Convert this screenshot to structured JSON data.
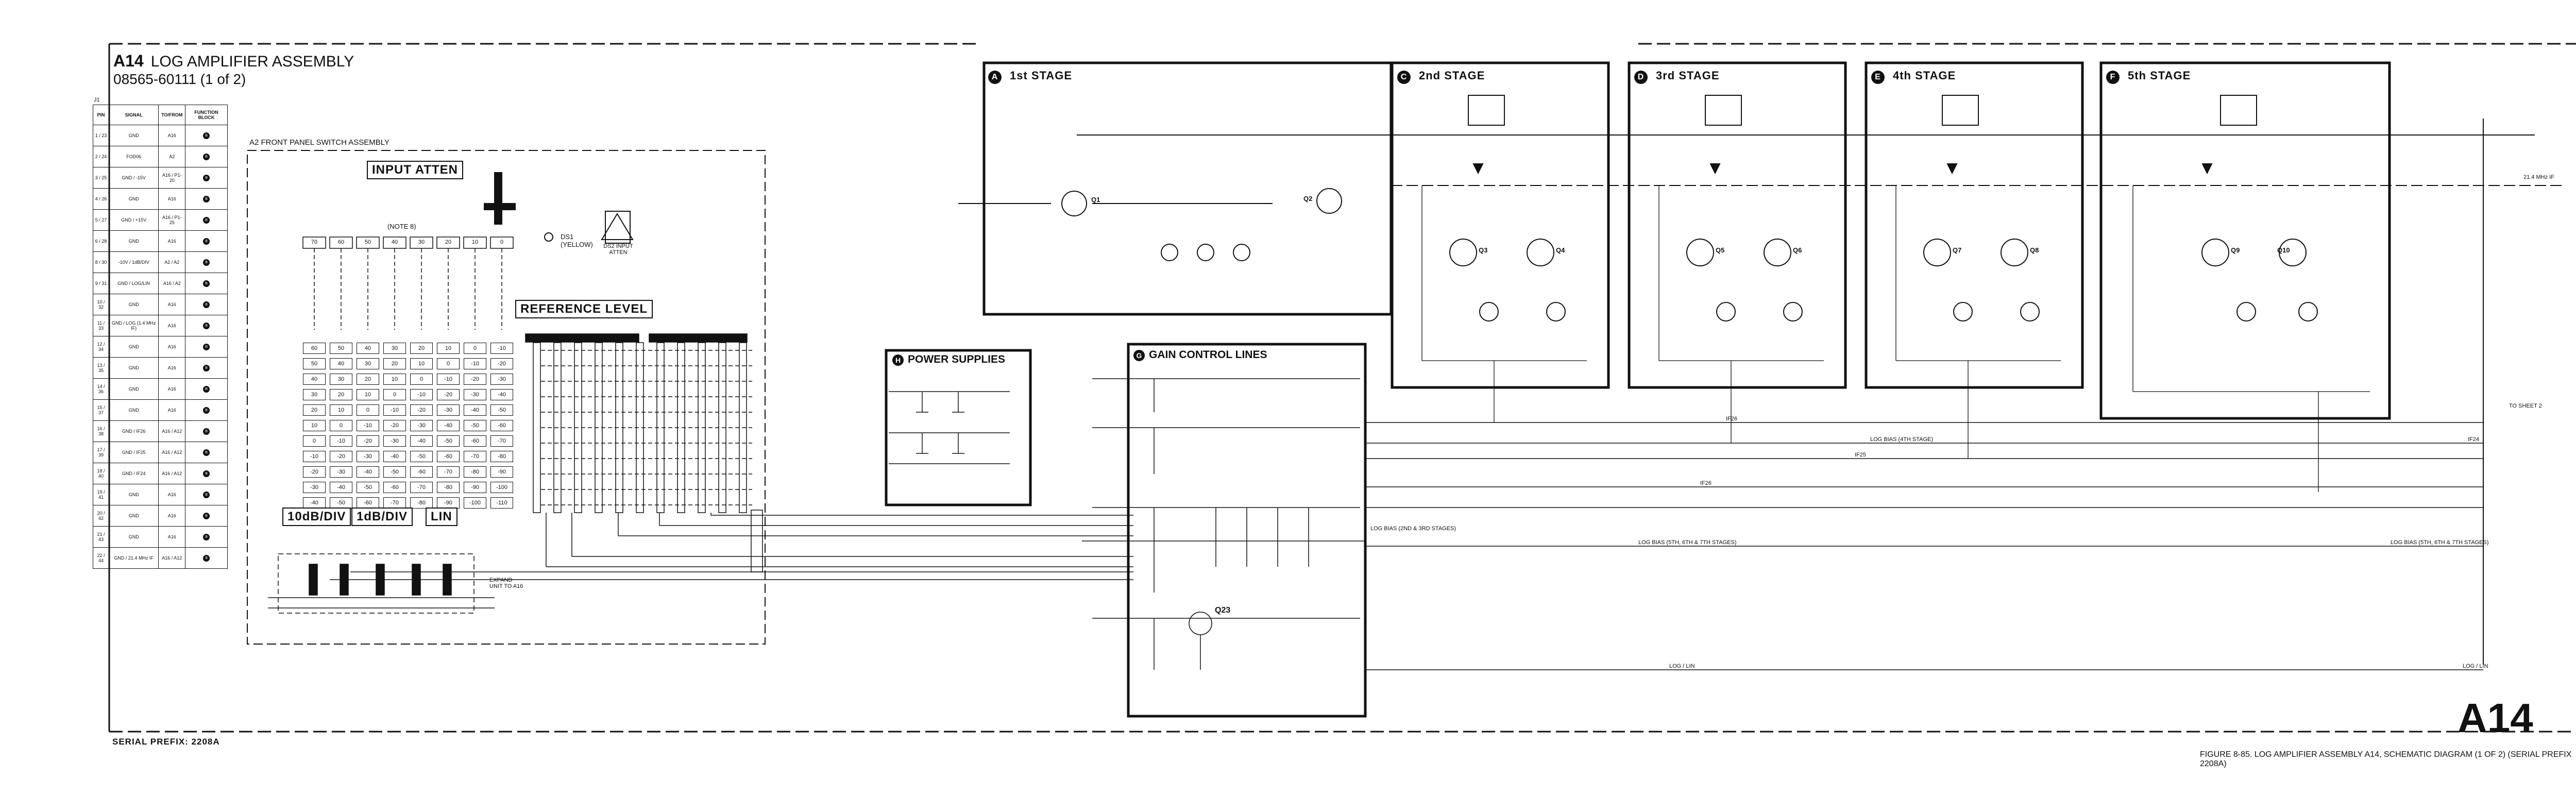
{
  "header": {
    "assembly_id": "A14",
    "title": "LOG AMPLIFIER ASSEMBLY",
    "part_number": "08565-60111 (1 of 2)"
  },
  "footer": {
    "serial_prefix": "SERIAL PREFIX: 2208A",
    "big_label": "A14",
    "figure_caption": "FIGURE 8-85.  LOG AMPLIFIER ASSEMBLY A14, SCHEMATIC DIAGRAM (1 OF 2) (SERIAL PREFIX 2208A)"
  },
  "pin_table": {
    "connector": "J1",
    "headers": [
      "PIN",
      "SIGNAL",
      "TO/FROM",
      "FUNCTION BLOCK"
    ],
    "rows": [
      {
        "pin": "1 / 23",
        "signal": "GND",
        "to": "A16",
        "block": "B"
      },
      {
        "pin": "2 / 24",
        "signal": "FOD06",
        "to": "A2",
        "block": "B"
      },
      {
        "pin": "3 / 25",
        "signal": "GND / -15V",
        "to": "A16 / P1-20",
        "block": "B"
      },
      {
        "pin": "4 / 26",
        "signal": "GND",
        "to": "A16",
        "block": "B"
      },
      {
        "pin": "5 / 27",
        "signal": "GND / +15V",
        "to": "A16 / P1-25",
        "block": "B"
      },
      {
        "pin": "6 / 28",
        "signal": "GND",
        "to": "A16",
        "block": "B"
      },
      {
        "pin": "8 / 30",
        "signal": "-10V / 1dB/DIV",
        "to": "A2 / A2",
        "block": "B"
      },
      {
        "pin": "9 / 31",
        "signal": "GND / LOG/LIN",
        "to": "A16 / A2",
        "block": "B"
      },
      {
        "pin": "10 / 32",
        "signal": "GND",
        "to": "A16",
        "block": "B"
      },
      {
        "pin": "11 / 33",
        "signal": "GND / LOG (1.4 MHz IF)",
        "to": "A16",
        "block": "B"
      },
      {
        "pin": "12 / 34",
        "signal": "GND",
        "to": "A16",
        "block": "B"
      },
      {
        "pin": "13 / 35",
        "signal": "GND",
        "to": "A16",
        "block": "B"
      },
      {
        "pin": "14 / 36",
        "signal": "GND",
        "to": "A16",
        "block": "B"
      },
      {
        "pin": "15 / 37",
        "signal": "GND",
        "to": "A16",
        "block": "B"
      },
      {
        "pin": "16 / 38",
        "signal": "GND / IF26",
        "to": "A16 / A12",
        "block": "B"
      },
      {
        "pin": "17 / 39",
        "signal": "GND / IF25",
        "to": "A16 / A12",
        "block": "B"
      },
      {
        "pin": "18 / 40",
        "signal": "GND / IF24",
        "to": "A16 / A12",
        "block": "B"
      },
      {
        "pin": "19 / 41",
        "signal": "GND",
        "to": "A16",
        "block": "B"
      },
      {
        "pin": "20 / 42",
        "signal": "GND",
        "to": "A16",
        "block": "B"
      },
      {
        "pin": "21 / 43",
        "signal": "GND",
        "to": "A16",
        "block": "B"
      },
      {
        "pin": "22 / 44",
        "signal": "GND / 21.4 MHz IF",
        "to": "A16 / A12",
        "block": "B"
      }
    ]
  },
  "front_panel": {
    "title": "A2 FRONT PANEL SWITCH ASSEMBLY",
    "input_atten_label": "INPUT ATTEN",
    "reference_level_label": "REFERENCE LEVEL",
    "note": "(NOTE 8)",
    "atten_values": [
      "70",
      "60",
      "50",
      "40",
      "30",
      "20",
      "10",
      "0"
    ],
    "ref_rows": [
      [
        "60",
        "50",
        "40",
        "30",
        "20",
        "10",
        "0",
        "-10"
      ],
      [
        "50",
        "40",
        "30",
        "20",
        "10",
        "0",
        "-10",
        "-20"
      ],
      [
        "40",
        "30",
        "20",
        "10",
        "0",
        "-10",
        "-20",
        "-30"
      ],
      [
        "30",
        "20",
        "10",
        "0",
        "-10",
        "-20",
        "-30",
        "-40"
      ],
      [
        "20",
        "10",
        "0",
        "-10",
        "-20",
        "-30",
        "-40",
        "-50"
      ],
      [
        "10",
        "0",
        "-10",
        "-20",
        "-30",
        "-40",
        "-50",
        "-60"
      ],
      [
        "0",
        "-10",
        "-20",
        "-30",
        "-40",
        "-50",
        "-60",
        "-70"
      ],
      [
        "-10",
        "-20",
        "-30",
        "-40",
        "-50",
        "-60",
        "-70",
        "-80"
      ],
      [
        "-20",
        "-30",
        "-40",
        "-50",
        "-60",
        "-70",
        "-80",
        "-90"
      ],
      [
        "-30",
        "-40",
        "-50",
        "-60",
        "-70",
        "-80",
        "-90",
        "-100"
      ],
      [
        "-40",
        "-50",
        "-60",
        "-70",
        "-80",
        "-90",
        "-100",
        "-110"
      ]
    ],
    "mode_labels": [
      "10dB/DIV",
      "1dB/DIV",
      "LIN"
    ],
    "expand_label": "EXPAND UNIT TO A16",
    "ds_label": "DS1 (YELLOW)",
    "atten_warning": "DS2 INPUT ATTEN"
  },
  "power_supplies": {
    "title": "POWER SUPPLIES",
    "badge": "H"
  },
  "gain_control": {
    "title": "GAIN CONTROL LINES",
    "badge": "G",
    "transistor": "Q23"
  },
  "stages": [
    {
      "badge": "A",
      "title": "1st STAGE",
      "transistors": [
        "Q1",
        "Q2"
      ]
    },
    {
      "badge": "C",
      "title": "2nd STAGE",
      "transistors": [
        "Q3",
        "Q4"
      ]
    },
    {
      "badge": "D",
      "title": "3rd STAGE",
      "transistors": [
        "Q5",
        "Q6"
      ]
    },
    {
      "badge": "E",
      "title": "4th STAGE",
      "transistors": [
        "Q7",
        "Q8"
      ]
    },
    {
      "badge": "F",
      "title": "5th STAGE",
      "transistors": [
        "Q9",
        "Q10"
      ]
    }
  ],
  "signal_lines": {
    "if26": "IF26",
    "if25": "IF25",
    "if24": "IF24",
    "log_bias_4th": "LOG BIAS (4TH STAGE)",
    "log_bias_2_3": "LOG BIAS (2ND & 3RD STAGES)",
    "log_bias_5_7": "LOG BIAS (5TH, 6TH & 7TH STAGES)",
    "log_lin": "LOG / LIN",
    "to_sheet": "TO SHEET 2",
    "if_out": "21.4 MHz IF"
  }
}
